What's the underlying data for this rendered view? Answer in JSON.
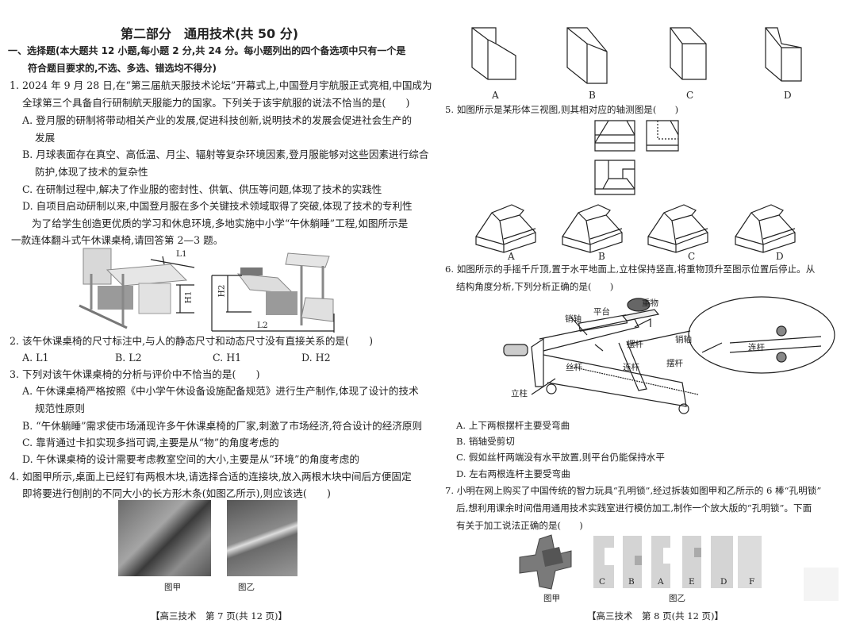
{
  "left_page": {
    "title": "第二部分　通用技术(共 50 分)",
    "section": [
      "一、选择题(本大题共 12 小题,每小题 2 分,共 24 分。每小题列出的四个备选项中只有一个是",
      "符合题目要求的,不选、多选、错选均不得分)"
    ],
    "q1": {
      "stem": [
        "1. 2024 年 9 月 28 日,在“第三届航天服技术论坛”开幕式上,中国登月宇航服正式亮相,中国成为",
        "全球第三个具备自行研制航天服能力的国家。下列关于该宇航服的说法不恰当的是(　　)"
      ],
      "a": [
        "A. 登月服的研制将带动相关产业的发展,促进科技创新,说明技术的发展会促进社会生产的",
        "发展"
      ],
      "b": [
        "B. 月球表面存在真空、高低温、月尘、辐射等复杂环境因素,登月服能够对这些因素进行综合",
        "防护,体现了技术的复杂性"
      ],
      "c": "C. 在研制过程中,解决了作业服的密封性、供氧、供压等问题,体现了技术的实践性",
      "d": "D. 自项目启动研制以来,中国登月服在多个关键技术领域取得了突破,体现了技术的专利性"
    },
    "intro": [
      "为了给学生创造更优质的学习和休息环境,多地实施中小学“午休躺睡”工程,如图所示是",
      "一款连体翻斗式午休课桌椅,请回答第 2—3 题。"
    ],
    "figure_labels": {
      "l1": "L1",
      "l2": "L2",
      "h1": "H1",
      "h2": "H2"
    },
    "q2": {
      "stem": "2. 该午休课桌椅的尺寸标注中,与人的静态尺寸和动态尺寸没有直接关系的是(　　)",
      "options": [
        "A. L1",
        "B. L2",
        "C. H1",
        "D. H2"
      ]
    },
    "q3": {
      "stem": "3. 下列对该午休课桌椅的分析与评价中不恰当的是(　　)",
      "a": [
        "A. 午休课桌椅严格按照《中小学午休设备设施配备规范》进行生产制作,体现了设计的技术",
        "规范性原则"
      ],
      "b": "B. “午休躺睡”需求使市场涌现许多午休课桌椅的厂家,刺激了市场经济,符合设计的经济原则",
      "c": "C. 靠背通过卡扣实现多挡可调,主要是从“物”的角度考虑的",
      "d": "D. 午休课桌椅的设计需要考虑教室空间的大小,主要是从“环境”的角度考虑的"
    },
    "q4": {
      "stem": [
        "4. 如图甲所示,桌面上已经钉有两根木块,请选择合适的连接块,放入两根木块中间后方便固定",
        "即将要进行刨削的不同大小的长方形木条(如图乙所示),则应该选(　　)"
      ],
      "captions": [
        "图甲",
        "图乙"
      ]
    },
    "footer": "【高三技术　第 7 页(共 12 页)】"
  },
  "right_page": {
    "q4_option_labels": [
      "A",
      "B",
      "C",
      "D"
    ],
    "q5": {
      "stem": "5. 如图所示是某形体三视图,则其相对应的轴测图是(　　)",
      "option_labels": [
        "A",
        "B",
        "C",
        "D"
      ]
    },
    "q6": {
      "stem": [
        "6. 如图所示的手摇千斤顶,置于水平地面上,立柱保持竖直,将重物顶升至图示位置后停止。从",
        "结构角度分析,下列分析正确的是(　　)"
      ],
      "figure_labels": {
        "weight": "重物",
        "platform": "平台",
        "pin": "销轴",
        "swing_rod": "摆杆",
        "screw": "丝杆",
        "link": "连杆",
        "column": "立柱",
        "detail_pin": "销轴",
        "detail_link": "连杆",
        "detail_swing": "摆杆"
      },
      "options": [
        "A. 上下两根摆杆主要受弯曲",
        "B. 销轴受剪切",
        "C. 假如丝杆两端没有水平放置,则平台仍能保持水平",
        "D. 左右两根连杆主要受弯曲"
      ]
    },
    "q7": {
      "stem": [
        "7. 小明在网上购买了中国传统的智力玩具“孔明锁”,经过拆装如图甲和乙所示的 6 棒“孔明锁”",
        "后,想利用课余时间借用通用技术实践室进行模仿加工,制作一个放大版的“孔明锁”。下面",
        "有关于加工说法正确的是(　　)"
      ],
      "piece_labels": [
        "C",
        "B",
        "A",
        "E",
        "D",
        "F"
      ],
      "captions": [
        "图甲",
        "图乙"
      ]
    },
    "footer": "【高三技术　第 8 页(共 12 页)】"
  }
}
